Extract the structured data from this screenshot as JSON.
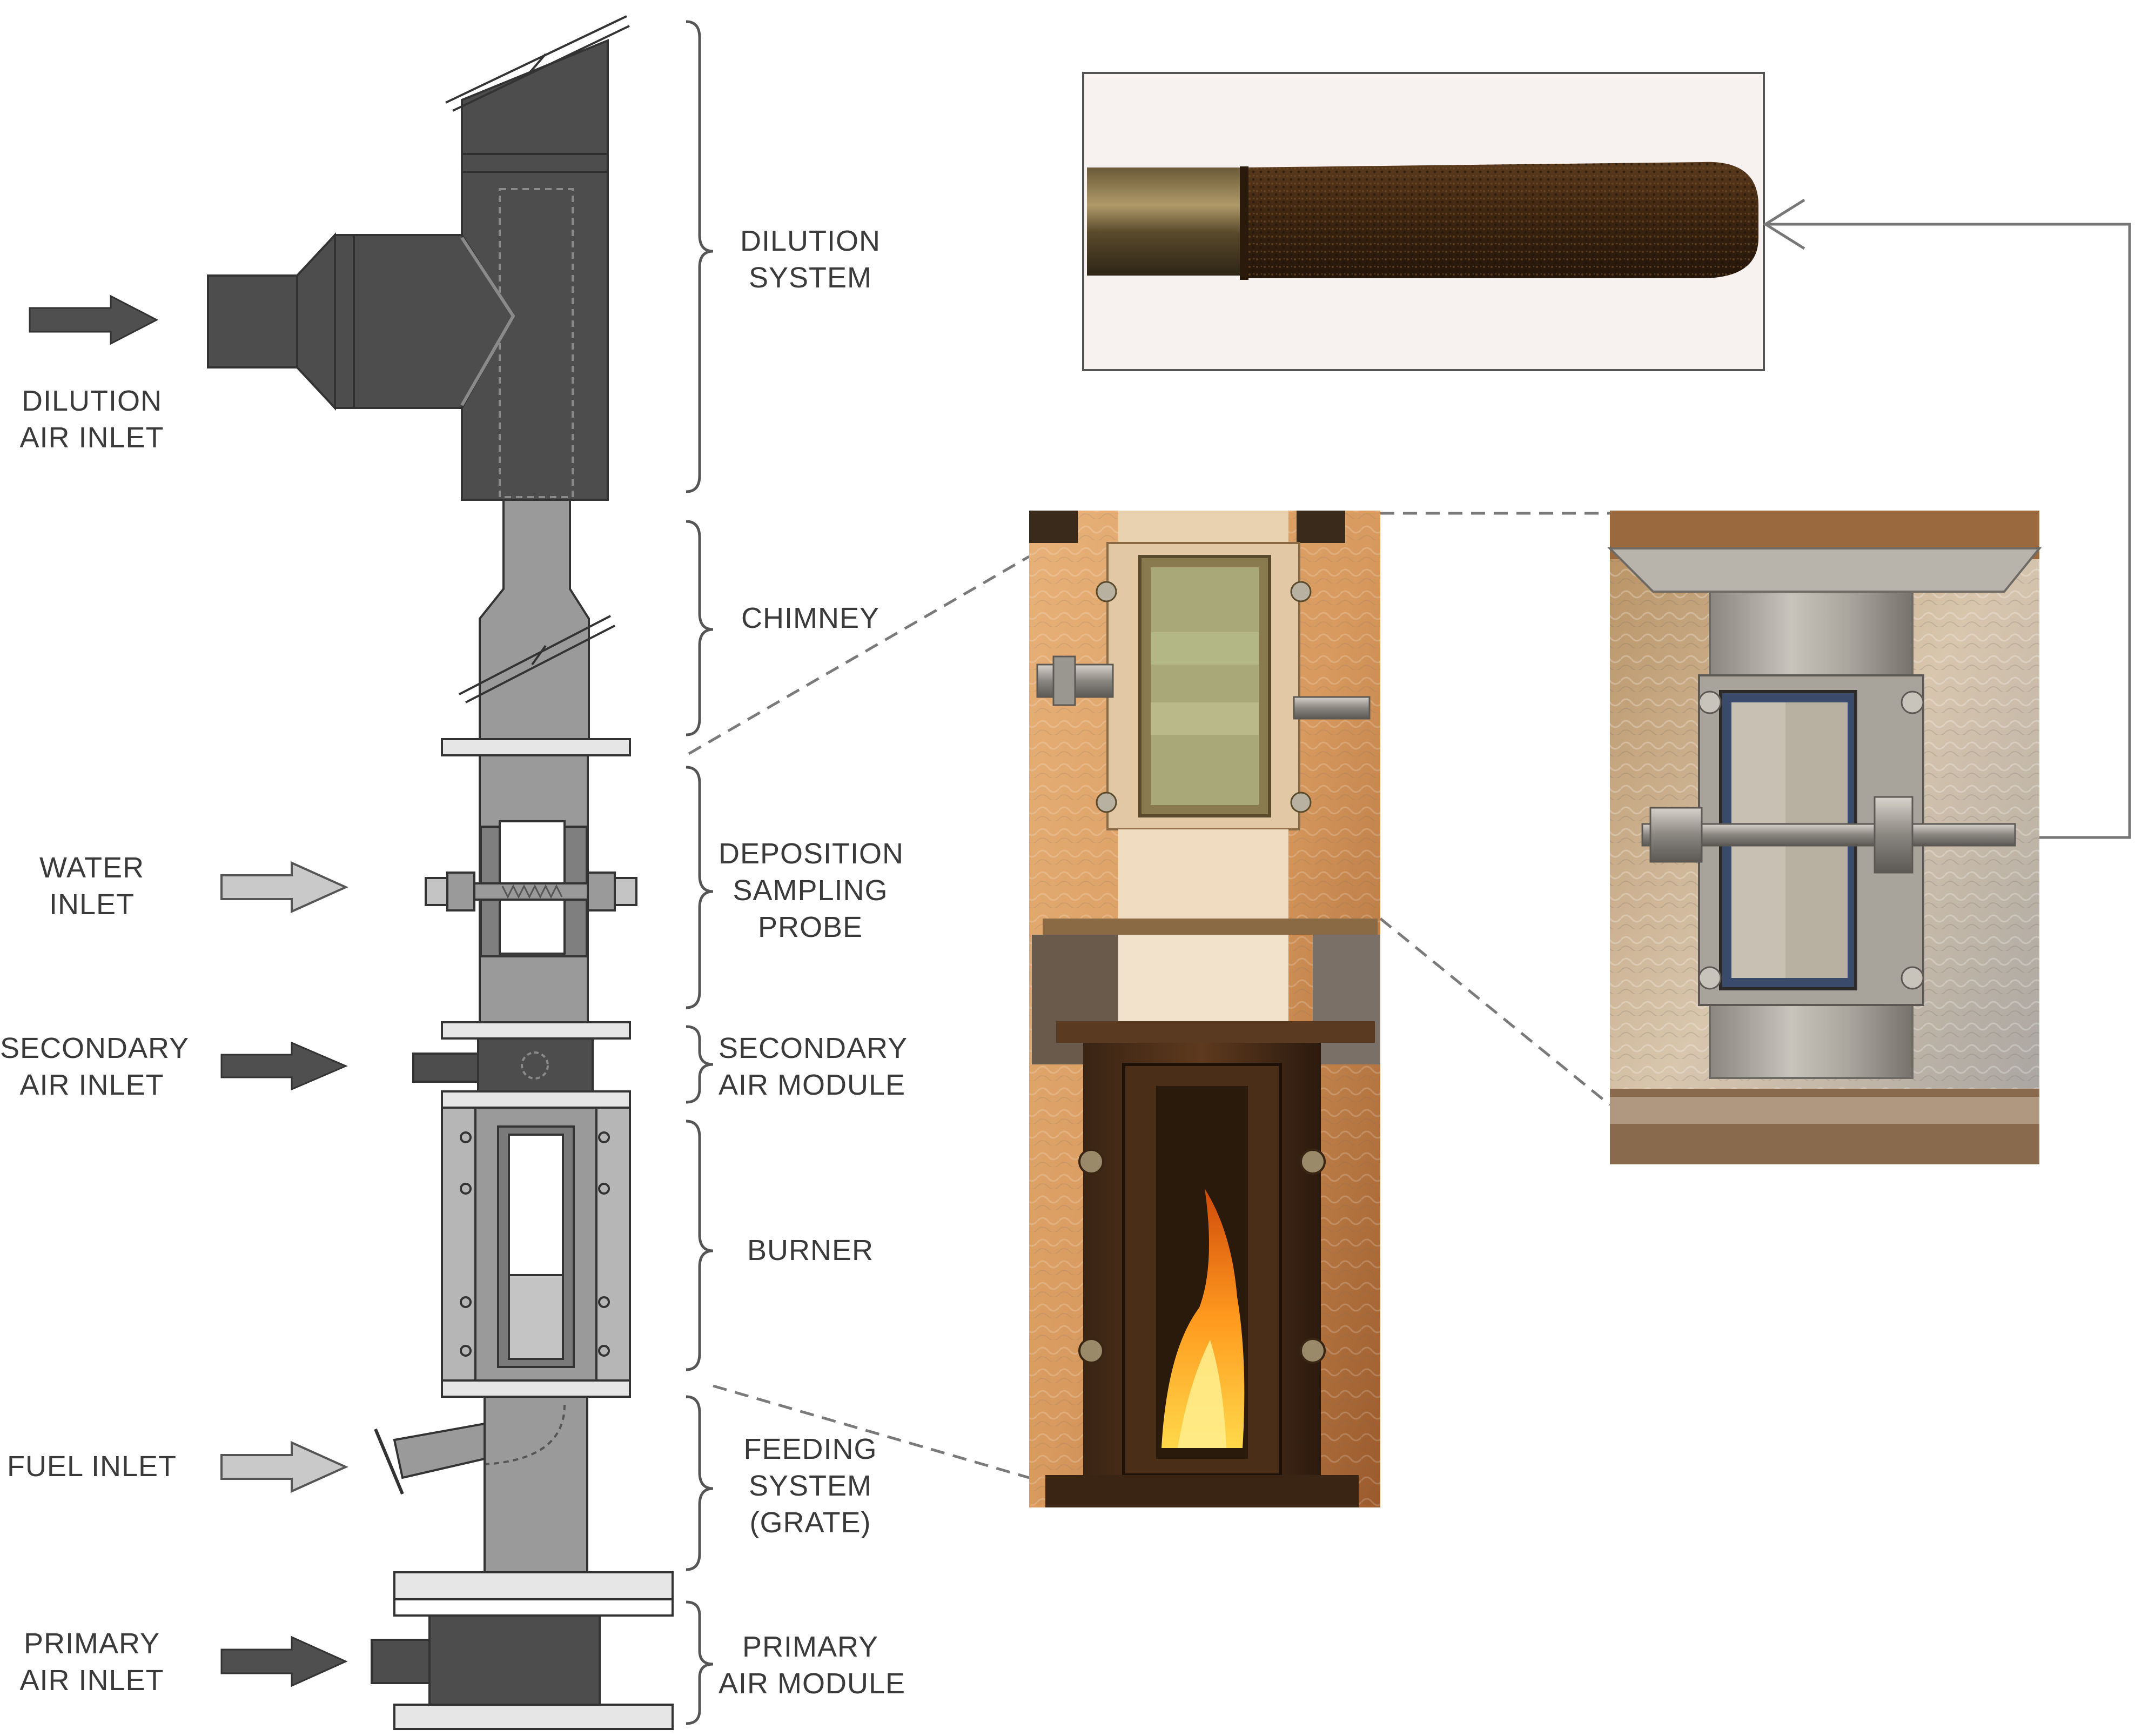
{
  "inlets": {
    "dilution": [
      "DILUTION",
      "AIR INLET"
    ],
    "water": [
      "WATER",
      "INLET"
    ],
    "secondary": [
      "SECONDARY",
      "AIR INLET"
    ],
    "fuel": [
      "FUEL INLET"
    ],
    "primary": [
      "PRIMARY",
      "AIR INLET"
    ]
  },
  "sections": {
    "dilution_system": [
      "DILUTION",
      "SYSTEM"
    ],
    "chimney": [
      "CHIMNEY"
    ],
    "deposition_probe": [
      "DEPOSITION",
      "SAMPLING",
      "PROBE"
    ],
    "secondary_air_module": [
      "SECONDARY",
      "AIR MODULE"
    ],
    "burner": [
      "BURNER"
    ],
    "feeding_system": [
      "FEEDING",
      "SYSTEM",
      "(GRATE)"
    ],
    "primary_air_module": [
      "PRIMARY",
      "AIR MODULE"
    ]
  },
  "colors": {
    "dark_steel": "#4d4d4d",
    "mid_steel": "#9a9a9a",
    "light_steel": "#c4c4c4",
    "flange": "#e6e6e6",
    "outline": "#333333",
    "arrow_dark": "#4f4f4f",
    "arrow_light": "#c9c9c9"
  }
}
